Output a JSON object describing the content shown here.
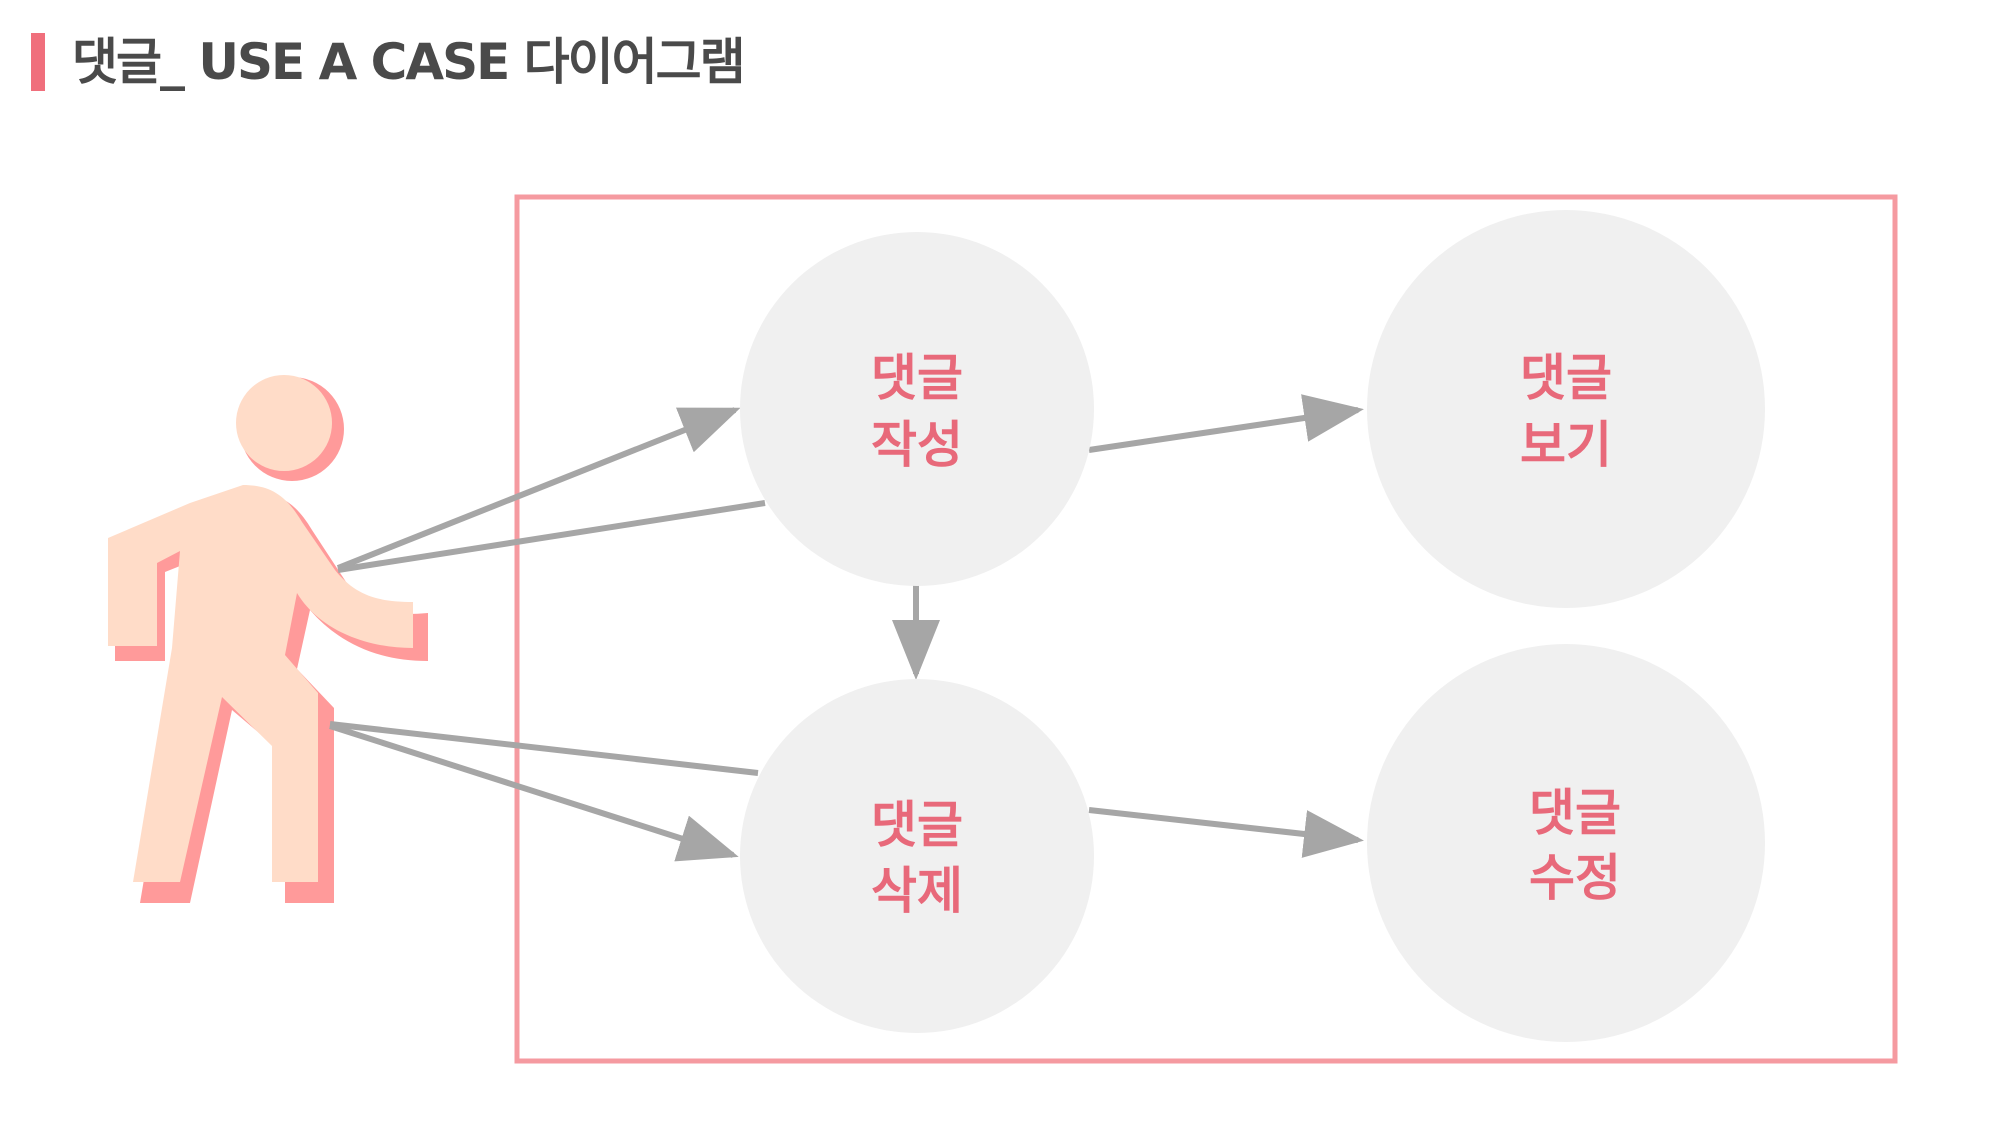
{
  "title": "댓글_ USE A CASE 다이어그램",
  "actor": {
    "icon": "person-walking-icon",
    "body_color": "#ffdcc8",
    "shadow_color": "#ff9a9a"
  },
  "system_boundary": {
    "border_color": "#f59aa0"
  },
  "use_cases": [
    {
      "id": "write",
      "line1": "댓글",
      "line2": "작성"
    },
    {
      "id": "view",
      "line1": "댓글",
      "line2": "보기"
    },
    {
      "id": "delete",
      "line1": "댓글",
      "line2": "삭제"
    },
    {
      "id": "edit",
      "line1": "댓글",
      "line2": "수정"
    }
  ],
  "colors": {
    "accent": "#f06f7c",
    "circle_fill": "#f0f0f0",
    "arrow": "#a6a6a6",
    "label": "#e8697a",
    "title": "#4a4a4a"
  }
}
